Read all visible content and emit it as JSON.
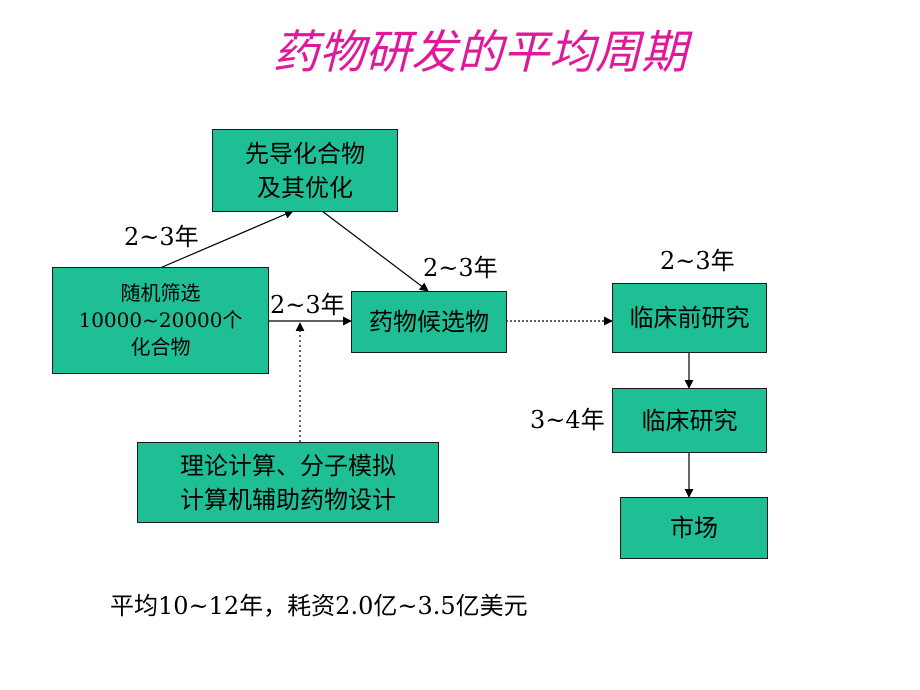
{
  "title": "药物研发的平均周期",
  "nodes": {
    "random_screening": {
      "lines": [
        "随机筛选",
        "10000~20000个",
        "化合物"
      ]
    },
    "lead_compound": {
      "lines": [
        "先导化合物",
        "及其优化"
      ]
    },
    "drug_candidate": {
      "lines": [
        "药物候选物"
      ]
    },
    "computational_design": {
      "lines": [
        "理论计算、分子模拟",
        "计算机辅助药物设计"
      ]
    },
    "preclinical": {
      "lines": [
        "临床前研究"
      ]
    },
    "clinical": {
      "lines": [
        "临床研究"
      ]
    },
    "market": {
      "lines": [
        "市场"
      ]
    }
  },
  "durations": {
    "screening_to_lead": "2~3年",
    "lead_to_candidate": "2~3年",
    "screening_to_candidate": "2~3年",
    "preclinical": "2~3年",
    "clinical": "3~4年"
  },
  "footer": "平均10~12年，耗资2.0亿~3.5亿美元",
  "colors": {
    "title": "#e0199b",
    "node_fill": "#1fbf96",
    "node_border": "#1a1a1a",
    "edge": "#000000"
  }
}
